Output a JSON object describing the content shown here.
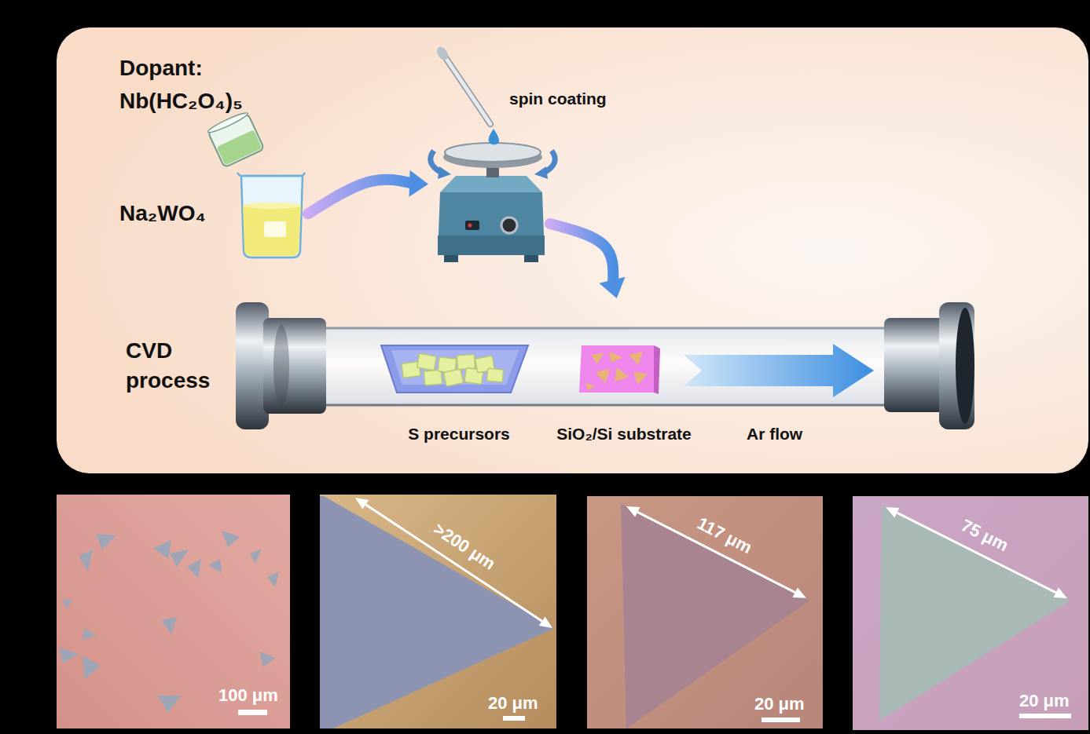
{
  "diagram": {
    "nodes": [
      {
        "text": [
          "Dopant:",
          "Nb(HC₂O₄)₅"
        ]
      },
      {
        "text": [
          "Na₂WO₄"
        ]
      },
      {
        "text": [
          "spin coating"
        ]
      },
      {
        "text": [
          "CVD process"
        ]
      },
      {
        "text": [
          "S precursors"
        ],
        "in": 3
      },
      {
        "text": [
          "SiO₂/Si substrate"
        ],
        "in": 3
      }
    ],
    "edges": [
      {
        "from": 1,
        "to": 2,
        "arrow": "to"
      },
      {
        "from": 2,
        "to": 3,
        "arrow": "to"
      }
    ],
    "labels": [
      "Ar flow",
      "100 μm",
      ">200 μm",
      "20 μm",
      "117 μm",
      "20 μm",
      "75 μm",
      "20 μm"
    ]
  }
}
